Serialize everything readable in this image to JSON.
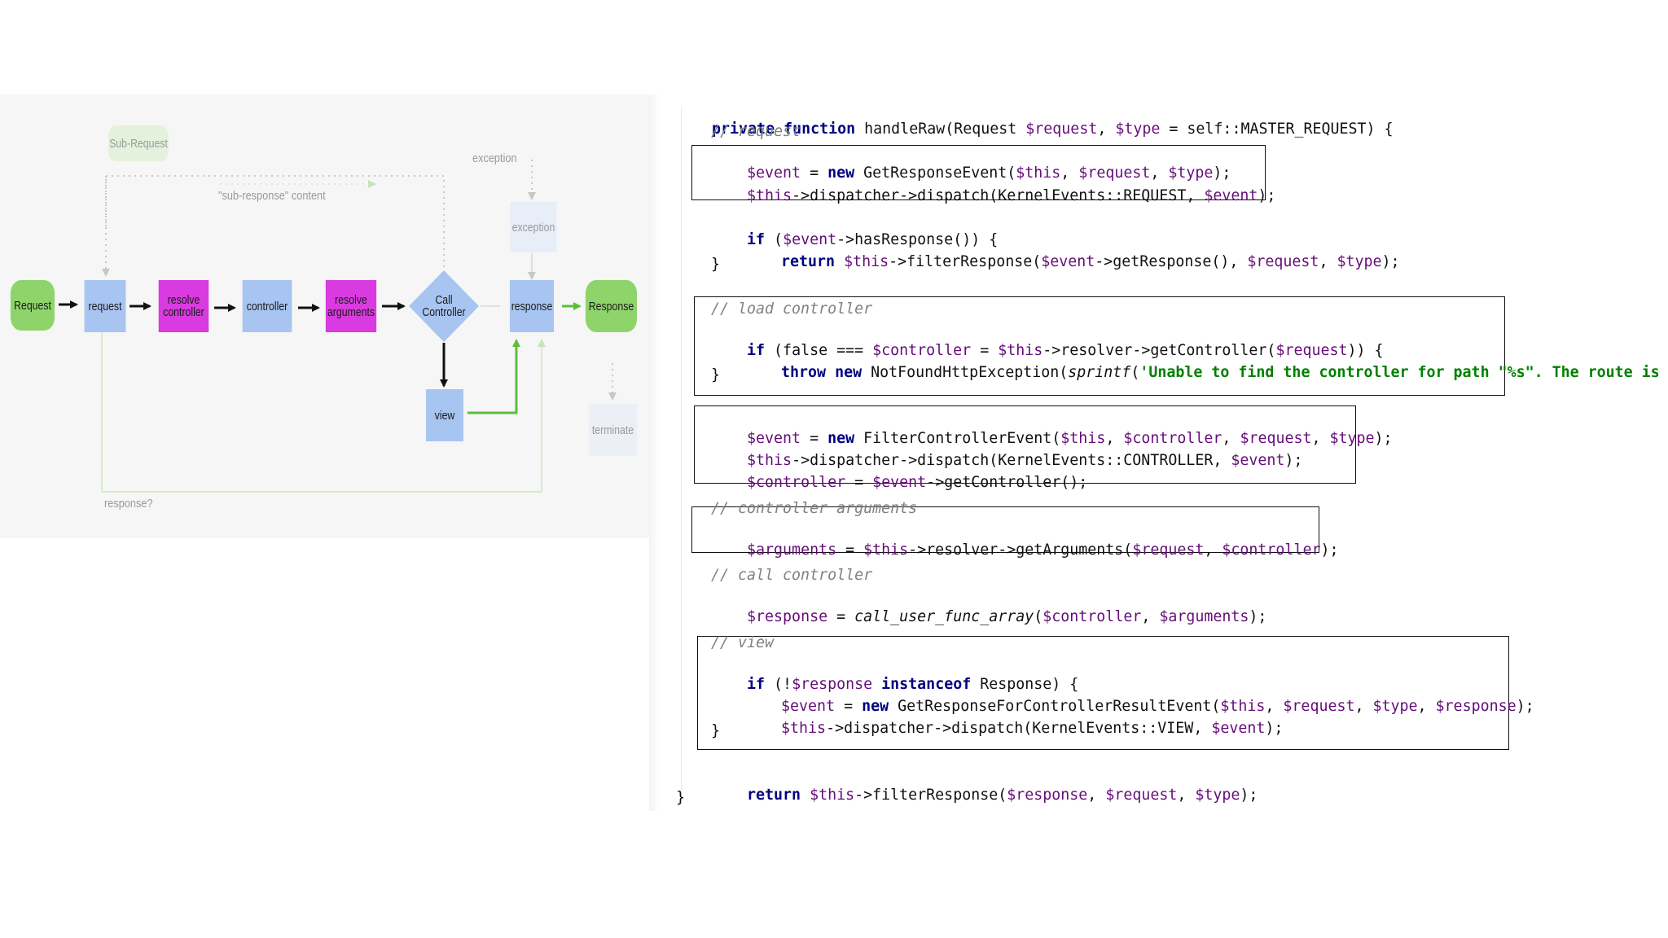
{
  "diagram": {
    "nodes": {
      "request_start": "Request",
      "request": "request",
      "resolve_controller": [
        "resolve",
        "controller"
      ],
      "controller": "controller",
      "resolve_arguments": [
        "resolve",
        "arguments"
      ],
      "call_controller": [
        "Call",
        "Controller"
      ],
      "response": "response",
      "response_end": "Response",
      "view": "view",
      "sub_request": "Sub-Request",
      "exception": "exception",
      "terminate": "terminate"
    },
    "labels": {
      "exception_arrow": "exception",
      "sub_response": "\"sub-response\" content",
      "response_q": "response?"
    },
    "colors": {
      "green": "#8ed46b",
      "blue": "#a8c4f0",
      "magenta": "#d93be0",
      "dark_arrow": "#111111",
      "green_arrow": "#5cbf3a"
    }
  },
  "code": {
    "l01": [
      "private",
      " ",
      "function",
      " handleRaw(Request ",
      "$request",
      ", ",
      "$type",
      " = self::MASTER_REQUEST) {"
    ],
    "l02": "// request",
    "l03": [
      "$event",
      " = ",
      "new",
      " GetResponseEvent(",
      "$this",
      ", ",
      "$request",
      ", ",
      "$type",
      ");"
    ],
    "l04": [
      "$this",
      "->dispatcher->dispatch(KernelEvents::REQUEST, ",
      "$event",
      ");"
    ],
    "l05": [
      "if",
      " (",
      "$event",
      "->hasResponse()) {"
    ],
    "l06": [
      "return",
      " ",
      "$this",
      "->filterResponse(",
      "$event",
      "->getResponse(), ",
      "$request",
      ", ",
      "$type",
      ");"
    ],
    "l07": "}",
    "l08": "// load controller",
    "l09": [
      "if",
      " (false === ",
      "$controller",
      " = ",
      "$this",
      "->resolver->getController(",
      "$request",
      ")) {"
    ],
    "l10": [
      "throw",
      " ",
      "new",
      " NotFoundHttpException(",
      "sprintf",
      "(",
      "'Unable to find the controller for path \"%s\". The route is wrongl"
    ],
    "l11": "}",
    "l12": [
      "$event",
      " = ",
      "new",
      " FilterControllerEvent(",
      "$this",
      ", ",
      "$controller",
      ", ",
      "$request",
      ", ",
      "$type",
      ");"
    ],
    "l13": [
      "$this",
      "->dispatcher->dispatch(KernelEvents::CONTROLLER, ",
      "$event",
      ");"
    ],
    "l14": [
      "$controller",
      " = ",
      "$event",
      "->getController();"
    ],
    "l15": "// controller arguments",
    "l16": [
      "$arguments",
      " = ",
      "$this",
      "->resolver->getArguments(",
      "$request",
      ", ",
      "$controller",
      ");"
    ],
    "l17": "// call controller",
    "l18": [
      "$response",
      " = ",
      "call_user_func_array",
      "(",
      "$controller",
      ", ",
      "$arguments",
      ");"
    ],
    "l19": "// view",
    "l20": [
      "if",
      " (!",
      "$response",
      " ",
      "instanceof",
      " Response) {"
    ],
    "l21": [
      "$event",
      " = ",
      "new",
      " GetResponseForControllerResultEvent(",
      "$this",
      ", ",
      "$request",
      ", ",
      "$type",
      ", ",
      "$response",
      ");"
    ],
    "l22": [
      "$this",
      "->dispatcher->dispatch(KernelEvents::VIEW, ",
      "$event",
      ");"
    ],
    "l23": "}",
    "l24": [
      "return",
      " ",
      "$this",
      "->filterResponse(",
      "$response",
      ", ",
      "$request",
      ", ",
      "$type",
      ");"
    ],
    "l25": "}"
  }
}
